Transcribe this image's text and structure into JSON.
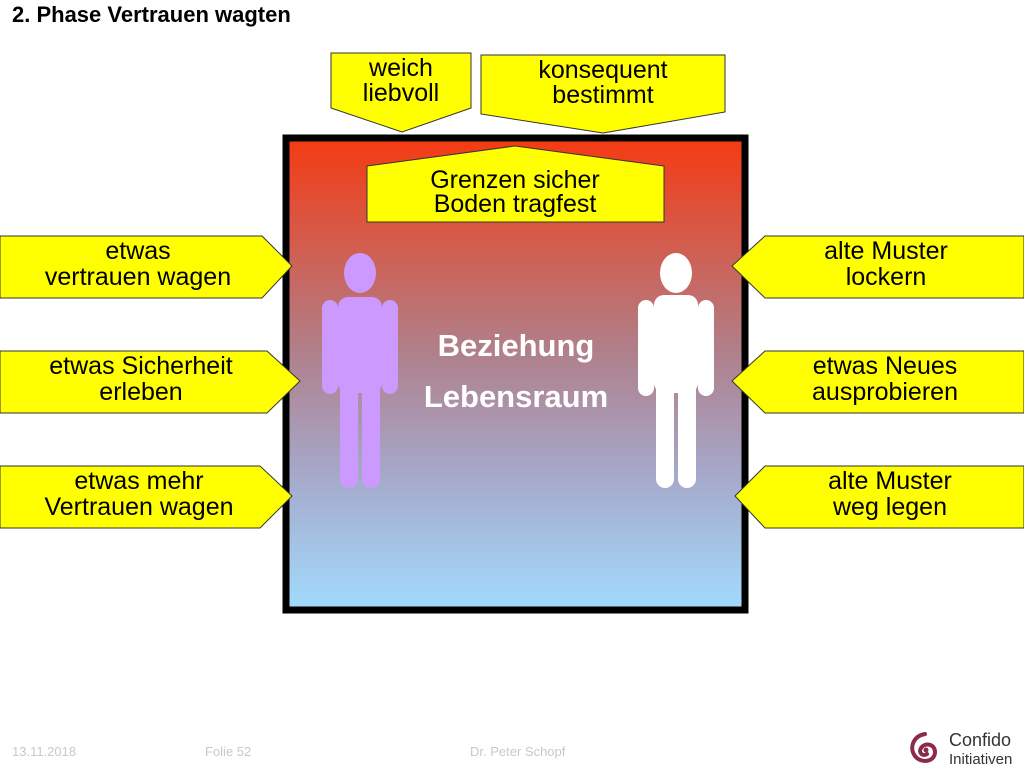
{
  "title": "2. Phase Vertrauen wagten",
  "top_boxes": [
    {
      "lines": [
        "weich",
        "liebvoll"
      ]
    },
    {
      "lines": [
        "konsequent",
        "bestimmt"
      ]
    }
  ],
  "inner_box": {
    "lines": [
      "Grenzen sicher",
      "Boden tragfest"
    ]
  },
  "center": {
    "line1": "Beziehung",
    "line2": "Lebensraum"
  },
  "left_boxes": [
    {
      "lines": [
        "etwas",
        "vertrauen wagen"
      ]
    },
    {
      "lines": [
        "etwas Sicherheit",
        "erleben"
      ]
    },
    {
      "lines": [
        "etwas mehr",
        "Vertrauen wagen"
      ]
    }
  ],
  "right_boxes": [
    {
      "lines": [
        "alte Muster",
        "lockern"
      ]
    },
    {
      "lines": [
        "etwas Neues",
        "ausprobieren"
      ]
    },
    {
      "lines": [
        "alte Muster",
        "weg legen"
      ]
    }
  ],
  "figures": {
    "left_color": "#cc99ff",
    "right_color": "#ffffff"
  },
  "colors": {
    "callout_fill": "#ffff00",
    "gradient_top": "#f53a12",
    "gradient_bottom": "#a2dbfd"
  },
  "footer": {
    "date": "13.11.2018",
    "slide": "Folie 52",
    "author": "Dr. Peter Schopf"
  },
  "logo": {
    "line1": "Confido",
    "line2": "Initiativen"
  }
}
